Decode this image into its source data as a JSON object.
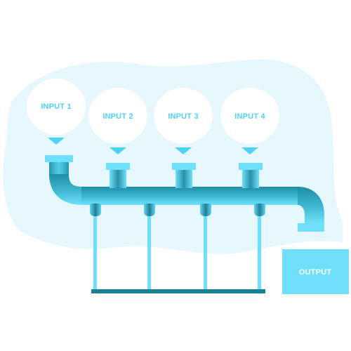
{
  "inputs": [
    {
      "label": "INPUT 1"
    },
    {
      "label": "INPUT 2"
    },
    {
      "label": "INPUT 3"
    },
    {
      "label": "INPUT 4"
    }
  ],
  "output": {
    "label": "OUTPUT"
  },
  "colors": {
    "background_blob": "#e6f7fd",
    "bubble": "#ffffff",
    "label_text": "#4fd0f5",
    "arrow": "#4fd0f5",
    "pipe_light": "#6ee0fb",
    "pipe_dark": "#1f8ea5",
    "stand": "#6ee0fb",
    "base_bar": "#1a8096",
    "output_box": "#6ee0fb",
    "output_text": "#ffffff"
  }
}
